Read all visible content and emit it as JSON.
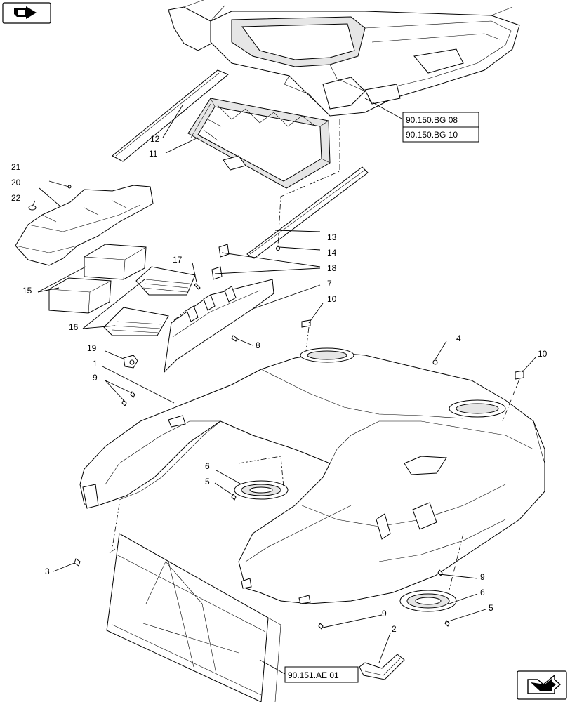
{
  "callouts": [
    {
      "id": "c1",
      "label": "1"
    },
    {
      "id": "c2",
      "label": "2"
    },
    {
      "id": "c3",
      "label": "3"
    },
    {
      "id": "c4",
      "label": "4"
    },
    {
      "id": "c5a",
      "label": "5"
    },
    {
      "id": "c5b",
      "label": "5"
    },
    {
      "id": "c6a",
      "label": "6"
    },
    {
      "id": "c6b",
      "label": "6"
    },
    {
      "id": "c7",
      "label": "7"
    },
    {
      "id": "c8",
      "label": "8"
    },
    {
      "id": "c9a",
      "label": "9"
    },
    {
      "id": "c9b",
      "label": "9"
    },
    {
      "id": "c9c",
      "label": "9"
    },
    {
      "id": "c10a",
      "label": "10"
    },
    {
      "id": "c10b",
      "label": "10"
    },
    {
      "id": "c11",
      "label": "11"
    },
    {
      "id": "c12",
      "label": "12"
    },
    {
      "id": "c13",
      "label": "13"
    },
    {
      "id": "c14",
      "label": "14"
    },
    {
      "id": "c15",
      "label": "15"
    },
    {
      "id": "c16",
      "label": "16"
    },
    {
      "id": "c17",
      "label": "17"
    },
    {
      "id": "c18",
      "label": "18"
    },
    {
      "id": "c19",
      "label": "19"
    },
    {
      "id": "c20",
      "label": "20"
    },
    {
      "id": "c21",
      "label": "21"
    },
    {
      "id": "c22",
      "label": "22"
    }
  ],
  "references": {
    "ref_a": "90.150.BG 08",
    "ref_b": "90.150.BG 10",
    "ref_c": "90.151.AE 01"
  }
}
